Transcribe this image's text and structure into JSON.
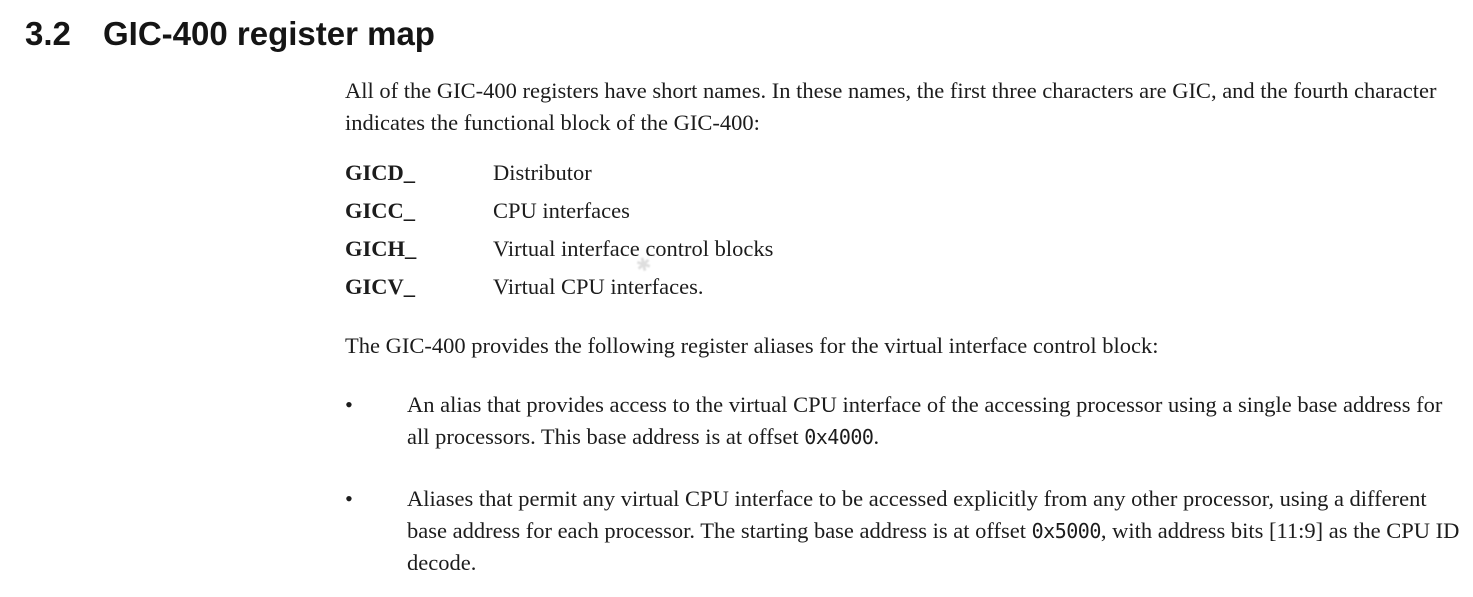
{
  "heading": {
    "number": "3.2",
    "title": "GIC-400 register map"
  },
  "intro": "All of the GIC-400 registers have short names. In these names, the first three characters are GIC, and the fourth character indicates the functional block of the GIC-400:",
  "definitions": [
    {
      "term": "GICD_",
      "description": "Distributor"
    },
    {
      "term": "GICC_",
      "description": "CPU interfaces"
    },
    {
      "term": "GICH_",
      "description": "Virtual interface control blocks"
    },
    {
      "term": "GICV_",
      "description": "Virtual CPU interfaces."
    }
  ],
  "aliases_intro": "The GIC-400 provides the following register aliases for the virtual interface control block:",
  "bullets": [
    {
      "bullet_char": "•",
      "text_before": "An alias that provides access to the virtual CPU interface of the accessing processor using a single base address for all processors. This base address is at offset ",
      "code": "0x4000",
      "text_after": "."
    },
    {
      "bullet_char": "•",
      "text_before": "Aliases that permit any virtual CPU interface to be accessed explicitly from any other processor, using a different base address for each processor. The starting base address is at offset ",
      "code": "0x5000",
      "text_after": ", with address bits [11:9] as the CPU ID decode."
    }
  ],
  "artifact_glyph": "✱˙"
}
